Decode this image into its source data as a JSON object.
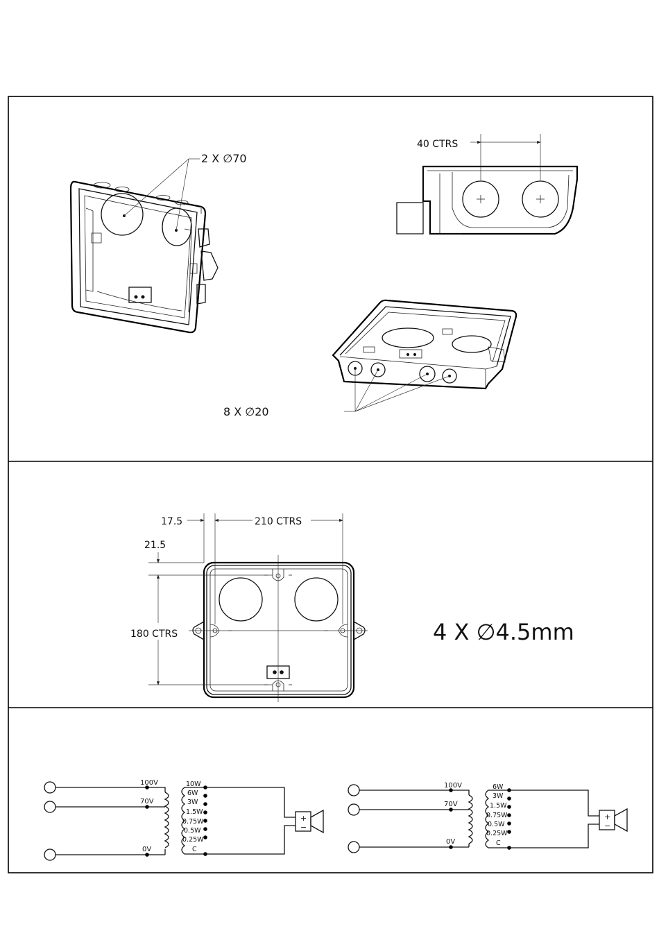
{
  "panel1": {
    "callout_large_holes": "2 X ∅70",
    "callout_small_holes": "8 X ∅20",
    "dim_hole_spacing": "40 CTRS"
  },
  "panel2": {
    "dim_edge_x": "17.5",
    "dim_centers_x": "210 CTRS",
    "dim_edge_y": "21.5",
    "dim_centers_y": "180 CTRS",
    "mounting_holes": "4 X ∅4.5mm"
  },
  "panel3": {
    "left_circuit": {
      "input_taps": [
        "100V",
        "70V",
        "0V"
      ],
      "power_taps": [
        "10W",
        "6W",
        "3W",
        "1.5W",
        "0.75W",
        "0.5W",
        "0.25W",
        "C"
      ]
    },
    "right_circuit": {
      "input_taps": [
        "100V",
        "70V",
        "0V"
      ],
      "power_taps": [
        "6W",
        "3W",
        "1.5W",
        "0.75W",
        "0.5W",
        "0.25W",
        "C"
      ]
    },
    "speaker_polarity": {
      "plus": "+",
      "minus": "−"
    }
  }
}
